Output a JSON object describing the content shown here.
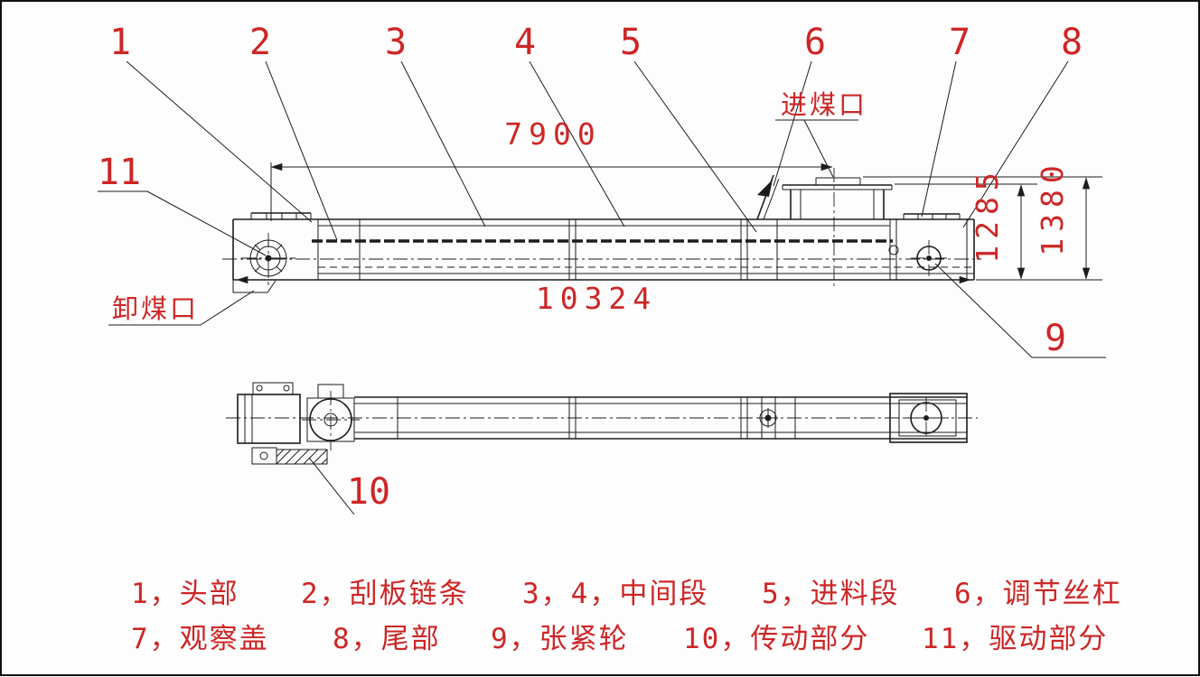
{
  "colors": {
    "annotation": "#cd2626",
    "line": "#1c1c1c",
    "background": "#fdfdfd"
  },
  "callouts": {
    "n1": "1",
    "n2": "2",
    "n3": "3",
    "n4": "4",
    "n5": "5",
    "n6": "6",
    "n7": "7",
    "n8": "8",
    "n9": "9",
    "n10": "10",
    "n11": "11"
  },
  "labels": {
    "coal_inlet": "进煤口",
    "coal_outlet": "卸煤口"
  },
  "dimensions": {
    "upper_length": "7900",
    "overall_length": "10324",
    "height_inlet": "1285",
    "height_overall": "1380"
  },
  "legend": {
    "row1": [
      "1，头部",
      "2，刮板链条",
      "3，4，中间段",
      "5，进料段",
      "6，调节丝杠"
    ],
    "row2": [
      "7，观察盖",
      "8，尾部",
      "9，张紧轮",
      "10，传动部分",
      "11，驱动部分"
    ]
  }
}
